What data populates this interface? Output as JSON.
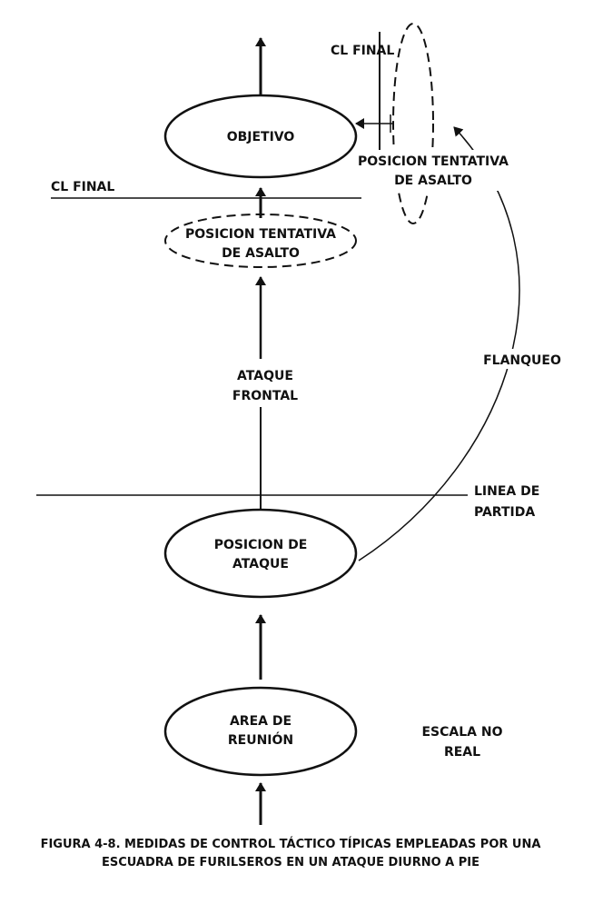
{
  "nodes": {
    "objetivo": {
      "line1": "OBJETIVO"
    },
    "asalto_front": {
      "line1": "POSICION TENTATIVA",
      "line2": "DE ASALTO"
    },
    "asalto_side": {
      "line1": "POSICION TENTATIVA",
      "line2": "DE ASALTO"
    },
    "ataque": {
      "line1": "POSICION DE",
      "line2": "ATAQUE"
    },
    "reunion": {
      "line1": "AREA DE",
      "line2": "REUNIÓN"
    }
  },
  "labels": {
    "cl_final_left": "CL FINAL",
    "cl_final_top": "CL FINAL",
    "ataque_frontal_1": "ATAQUE",
    "ataque_frontal_2": "FRONTAL",
    "flanqueo": "FLANQUEO",
    "linea_partida_1": "LINEA DE",
    "linea_partida_2": "PARTIDA",
    "escala_1": "ESCALA NO",
    "escala_2": "REAL"
  },
  "caption": {
    "line1": "FIGURA 4-8. MEDIDAS DE CONTROL TÁCTICO TÍPICAS EMPLEADAS POR UNA",
    "line2": "ESCUADRA DE FURILSEROS EN UN ATAQUE DIURNO A PIE"
  }
}
